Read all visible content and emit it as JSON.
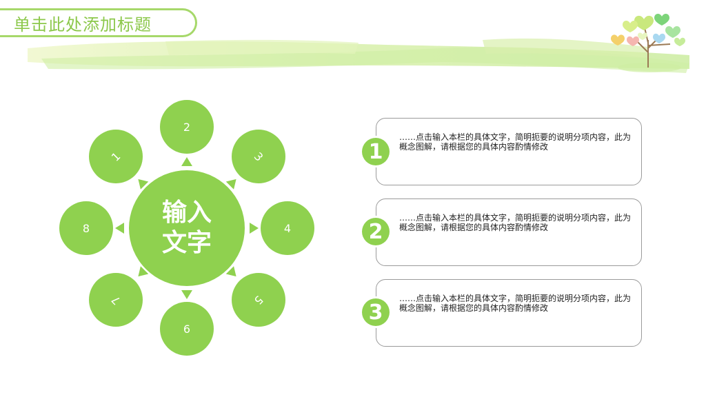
{
  "slide": {
    "title": "单击此处添加标题",
    "center_label": "输入文字",
    "petals": [
      "1",
      "2",
      "3",
      "4",
      "5",
      "6",
      "7",
      "8"
    ],
    "items": [
      {
        "number": "1",
        "text": "……点击输入本栏的具体文字，简明扼要的说明分项内容，此为概念图解，请根据您的具体内容酌情修改"
      },
      {
        "number": "2",
        "text": "……点击输入本栏的具体文字，简明扼要的说明分项内容，此为概念图解，请根据您的具体内容酌情修改"
      },
      {
        "number": "3",
        "text": "……点击输入本栏的具体文字，简明扼要的说明分项内容，此为概念图解，请根据您的具体内容酌情修改"
      }
    ]
  },
  "colors": {
    "accent_green": "#8fd14f",
    "title_green": "#8cc84b",
    "tab_border": "#a6d86a",
    "card_border": "#9a9a9a"
  },
  "icons": {
    "decoration": "heart-tree-icon",
    "header_band": "green-brush-stroke"
  }
}
